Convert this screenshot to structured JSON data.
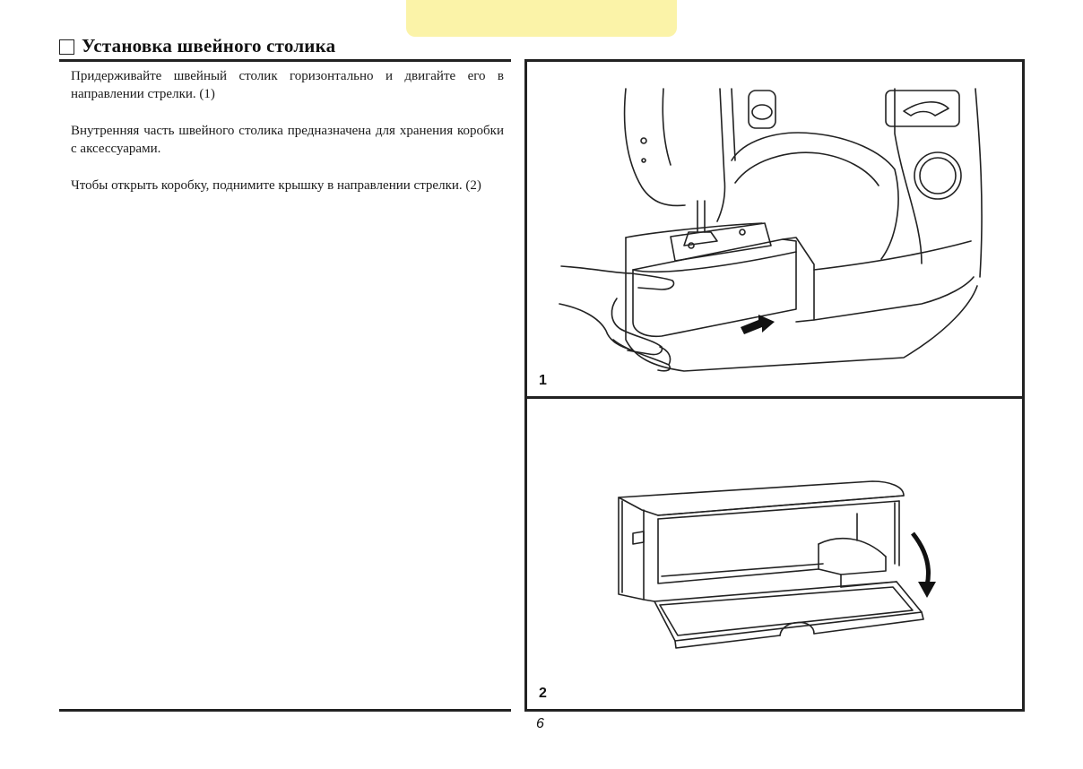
{
  "heading": {
    "title": "Установка швейного столика"
  },
  "body": {
    "paragraphs": [
      "Придерживайте швейный столик горизонтально и двигайте его в направлении стрелки. (1)",
      "Внутренняя часть швейного столика предназначена для хранения коробки с аксессуарами.",
      "Чтобы открыть коробку, поднимите крышку в направлении стрелки. (2)"
    ]
  },
  "figures": [
    {
      "number": "1",
      "illustration": "sewing-machine-extension-table"
    },
    {
      "number": "2",
      "illustration": "accessory-box-open-lid"
    }
  ],
  "footer": {
    "page_number": "6"
  },
  "colors": {
    "tab_strip": "#fbf3a8",
    "ink": "#222222"
  }
}
